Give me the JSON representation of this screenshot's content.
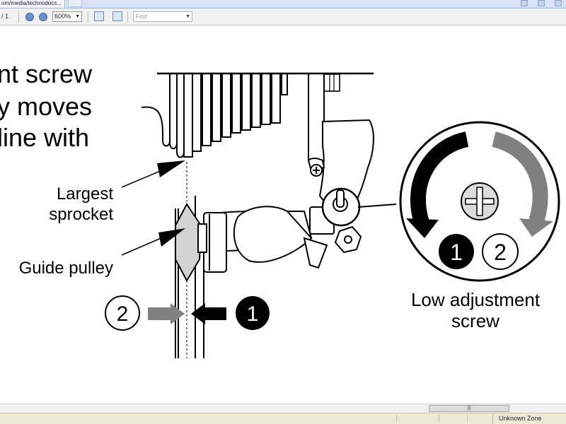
{
  "tab": {
    "label": "om/media/technodocs..."
  },
  "toolbar": {
    "page_indicator": "/ 1",
    "zoom": "600%",
    "find_placeholder": "Find"
  },
  "figure": {
    "top_text": [
      "nt screw",
      "y moves",
      "line with"
    ],
    "largest_sprocket": [
      "Largest",
      "sprocket"
    ],
    "guide_pulley": "Guide pulley",
    "low_adjustment": [
      "Low adjustment",
      "screw"
    ],
    "num_one": "1",
    "num_two": "2"
  },
  "scrollbar": {
    "grip": "|||"
  },
  "status": {
    "zone": "Unknown Zone"
  },
  "colors": {
    "toolbar_bg": "#f1f1f1",
    "status_bg": "#ece9d8",
    "arrow_gray": "#808080",
    "tab_bg": "#d7e3f4"
  }
}
